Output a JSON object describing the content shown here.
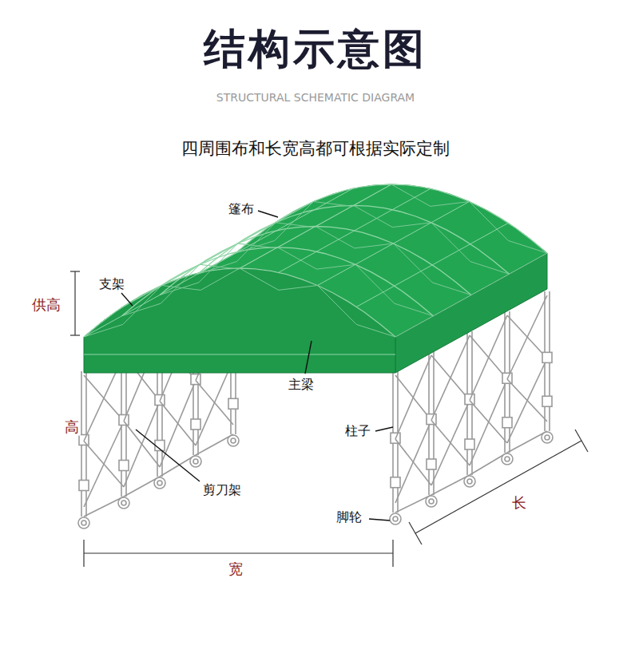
{
  "diagram": {
    "title": "结构示意图",
    "labels": [
      "STRUCTURAL SCHEMATIC DIAGRAM",
      "四周围布和长宽高都可根据实际定制",
      "篷布",
      "支架",
      "供高",
      "主梁",
      "高",
      "柱子",
      "剪刀架",
      "脚轮",
      "宽",
      "长"
    ]
  }
}
